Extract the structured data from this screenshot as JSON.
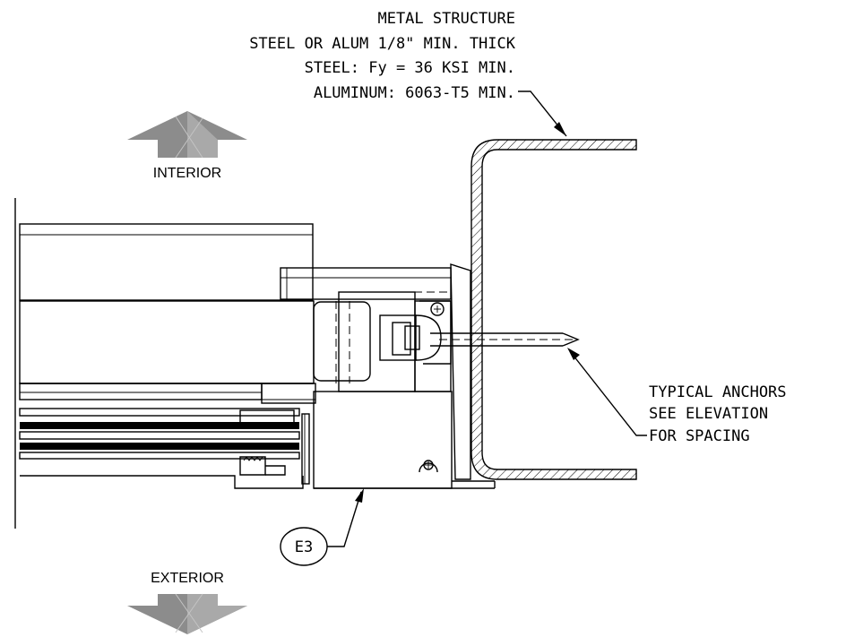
{
  "notes": {
    "metal_structure": [
      "METAL STRUCTURE",
      "STEEL OR ALUM 1/8\" MIN. THICK",
      "STEEL: Fy = 36 KSI MIN.",
      "ALUMINUM: 6063-T5 MIN."
    ],
    "anchors": [
      "TYPICAL ANCHORS",
      "SEE ELEVATION",
      "FOR SPACING"
    ]
  },
  "orientation": {
    "interior": "INTERIOR",
    "exterior": "EXTERIOR"
  },
  "detail_tag": "E3",
  "colors": {
    "arrow_fill": "#8c8c8c",
    "arrow_light": "#a9a9a9",
    "line": "#000000"
  }
}
